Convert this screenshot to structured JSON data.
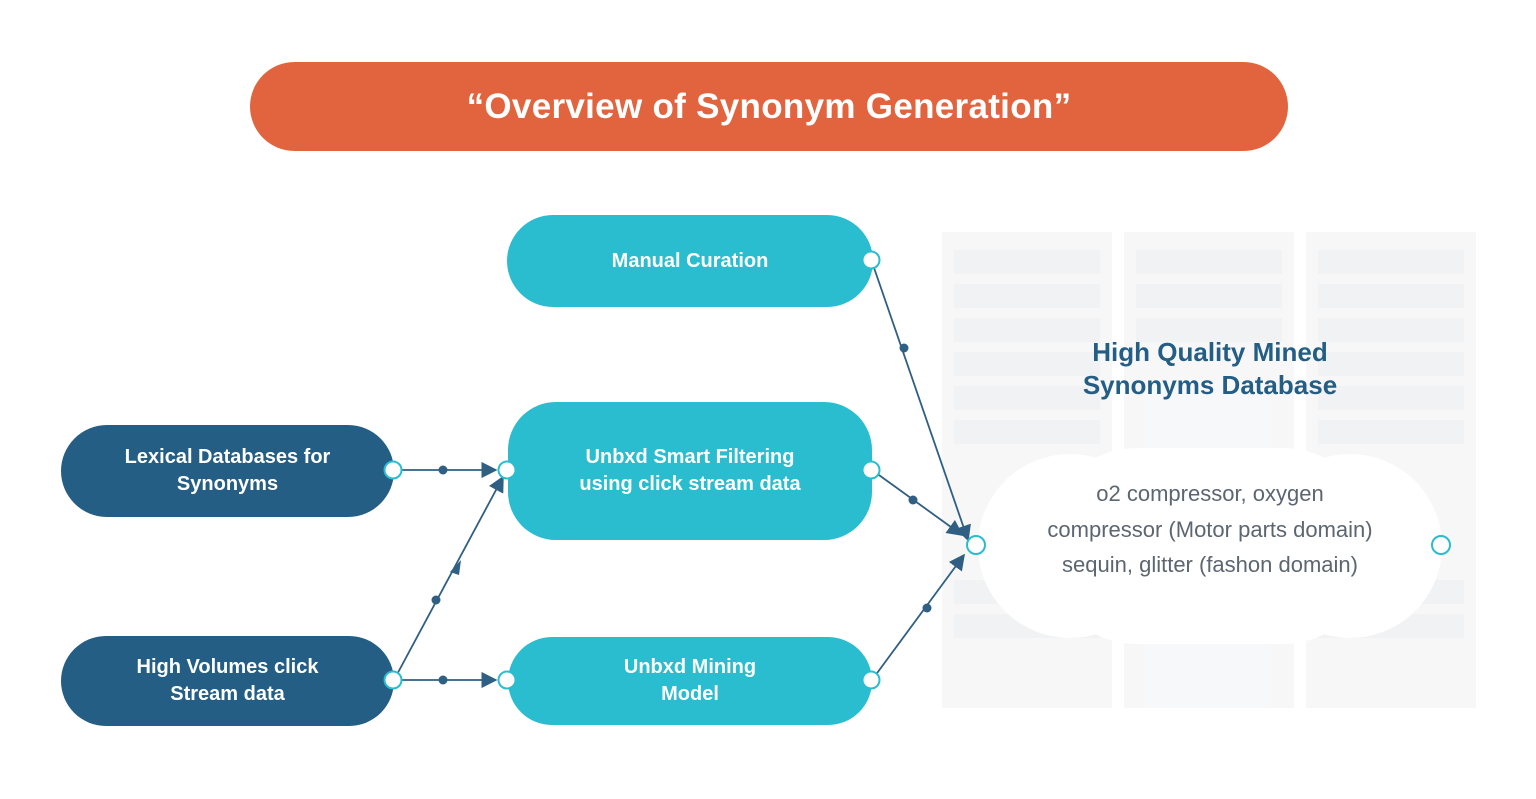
{
  "title": "“Overview of Synonym Generation”",
  "nodes": {
    "manual_curation": "Manual Curation",
    "smart_filtering": "Unbxd Smart Filtering using click stream data",
    "mining_model": "Unbxd Mining Model",
    "lexical_databases": "Lexical Databases for Synonyms",
    "high_volumes": "High Volumes click Stream data"
  },
  "database": {
    "title": "High Quality Mined Synonyms Database",
    "content": "o2 compressor, oxygen compressor (Motor parts domain) sequin, glitter (fashon domain)"
  },
  "colors": {
    "title_bg": "#e2643f",
    "cyan_node": "#29bdcf",
    "navy_node": "#245e85",
    "connector": "#2f5f82",
    "port_ring": "#29bdcf"
  }
}
